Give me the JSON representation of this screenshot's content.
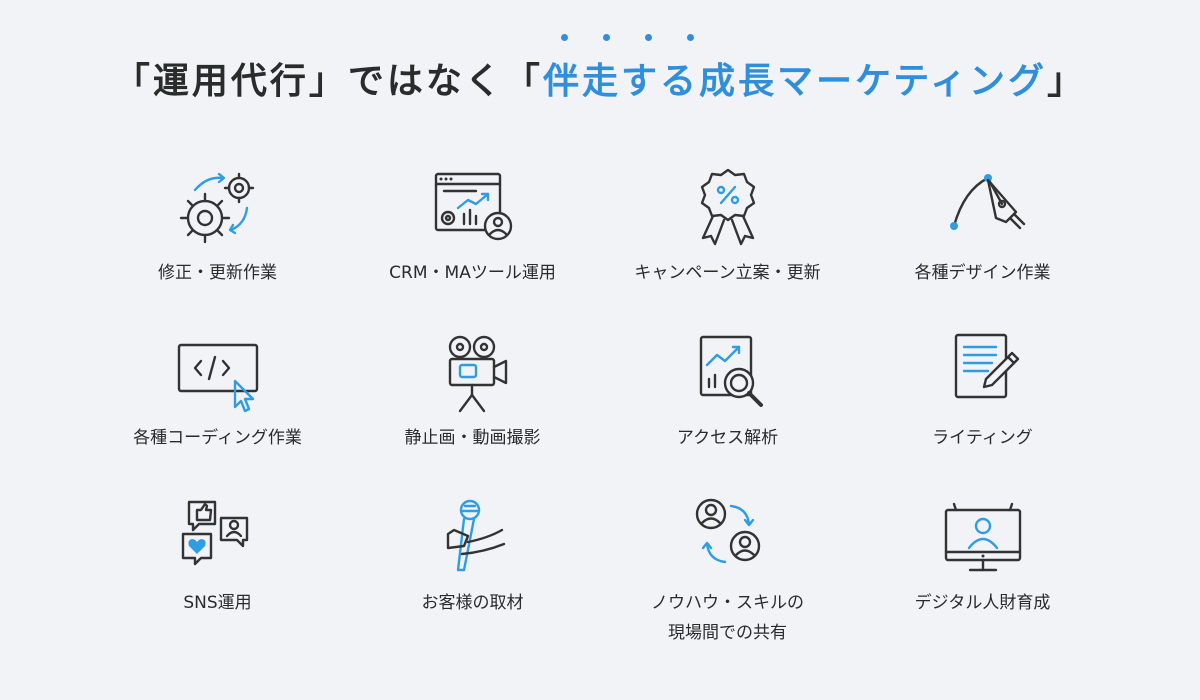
{
  "headline": {
    "prefix": "「運用代行」ではなく「",
    "accent": "伴走する成長マーケティング",
    "suffix": "」"
  },
  "colors": {
    "accent": "#2f8fdc",
    "icon_stroke": "#333333",
    "icon_accent": "#2f9de6",
    "background": "#f1f3f6"
  },
  "services": [
    {
      "label": "修正・更新作業",
      "icon": "gears-cycle-icon"
    },
    {
      "label": "CRM・MAツール運用",
      "icon": "dashboard-user-icon"
    },
    {
      "label": "キャンペーン立案・更新",
      "icon": "percent-ribbon-icon"
    },
    {
      "label": "各種デザイン作業",
      "icon": "pen-tool-icon"
    },
    {
      "label": "各種コーディング作業",
      "icon": "code-monitor-icon"
    },
    {
      "label": "静止画・動画撮影",
      "icon": "video-camera-icon"
    },
    {
      "label": "アクセス解析",
      "icon": "chart-magnifier-icon"
    },
    {
      "label": "ライティング",
      "icon": "document-pencil-icon"
    },
    {
      "label": "SNS運用",
      "icon": "social-bubbles-icon"
    },
    {
      "label": "お客様の取材",
      "icon": "microphone-hand-icon"
    },
    {
      "label": "ノウハウ・スキルの\n現場間での共有",
      "icon": "people-exchange-icon"
    },
    {
      "label": "デジタル人財育成",
      "icon": "monitor-person-icon"
    }
  ]
}
